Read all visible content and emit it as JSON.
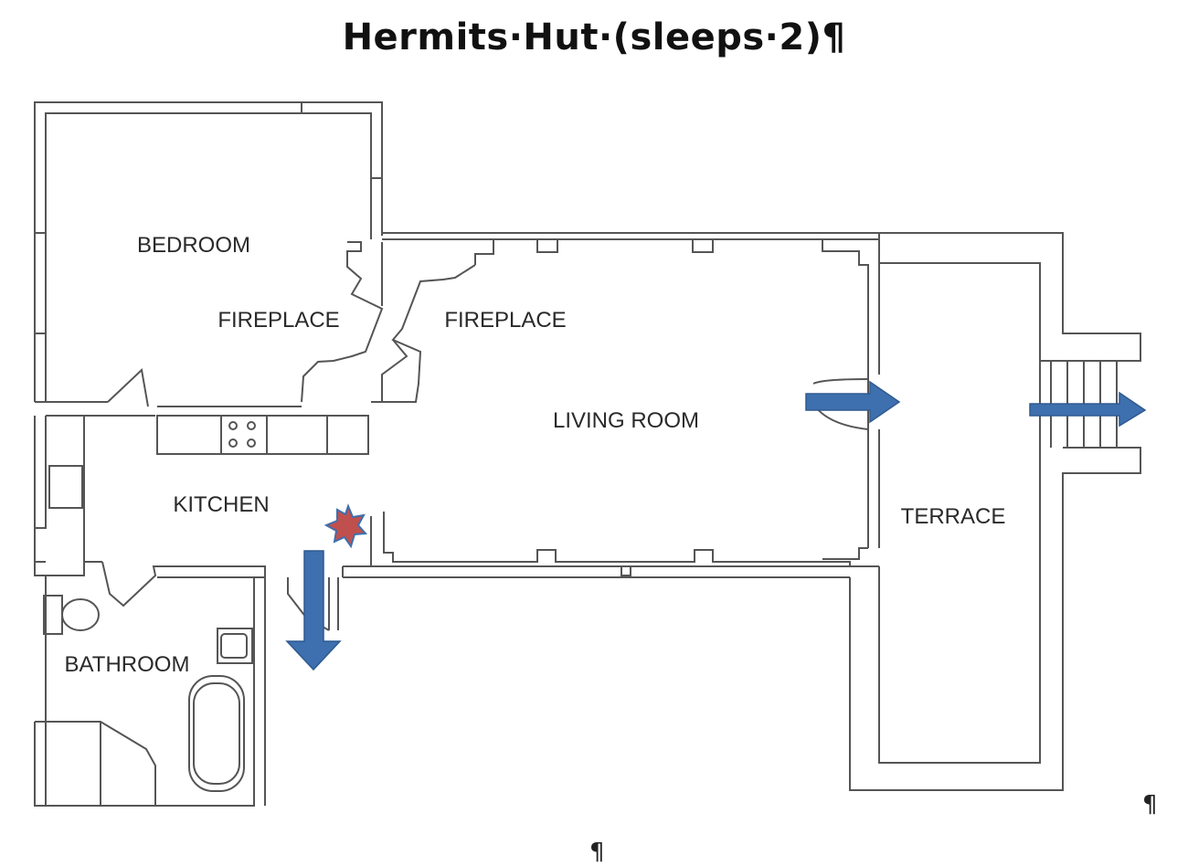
{
  "title": "Hermits·Hut·(sleeps·2)¶",
  "rooms": {
    "bedroom": "BEDROOM",
    "fireplace_left": "FIREPLACE",
    "fireplace_right": "FIREPLACE",
    "living_room": "LIVING ROOM",
    "kitchen": "KITCHEN",
    "bathroom": "BATHROOM",
    "terrace": "TERRACE"
  },
  "paragraph_marks": {
    "right": "¶",
    "bottom": "¶"
  },
  "colors": {
    "arrow": "#3e6fae",
    "arrow_outline": "#2f5a90",
    "star": "#c0504d",
    "star_outline": "#3e6fae",
    "wall": "#555555"
  },
  "icons": {
    "exit_arrow": "arrow-icon",
    "location_marker": "star-icon"
  }
}
